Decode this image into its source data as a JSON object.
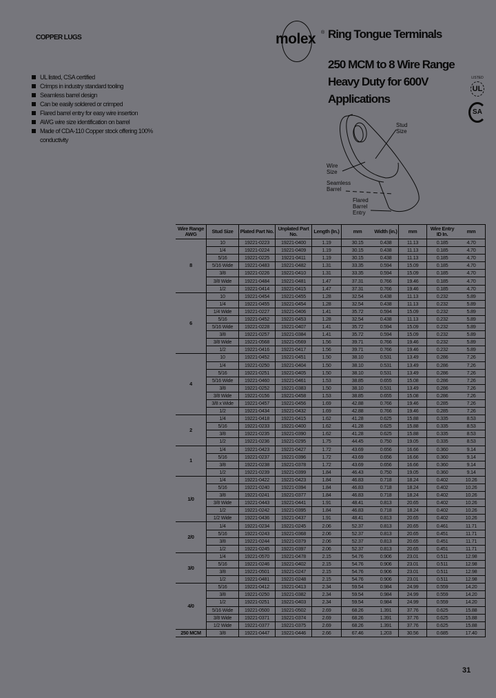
{
  "header": {
    "section": "COPPER LUGS",
    "brand": "molex",
    "title": "Ring Tongue Terminals",
    "subtitle_lines": [
      "250 MCM to 8 Wire Range",
      "Heavy Duty for 600V",
      "Applications"
    ],
    "ul_mark": "UL",
    "ul_listed": "LISTED",
    "csa_mark": "SA"
  },
  "features": [
    "UL listed, CSA certified",
    "Crimps in industry standard tooling",
    "Seamless barrel design",
    "Can be easily soldered or crimped",
    "Flared barrel entry for easy wire insertion",
    "AWG wire size identification on barrel",
    "Made of CDA-110 Copper stock offering 100% conductivity"
  ],
  "diagram": {
    "labels": {
      "stud": "Stud Size",
      "wire": "Wire Size",
      "seamless": "Seamless Barrel",
      "flared": "Flared Barrel Entry"
    }
  },
  "table": {
    "headers": [
      "Wire Range AWG",
      "Stud Size",
      "Plated Part No.",
      "Unplated Part No.",
      "Length (In.)",
      "mm",
      "Width (in.)",
      "mm",
      "Wire Entry ID In.",
      "mm"
    ],
    "groups": [
      {
        "awg": "8",
        "rows": [
          [
            "10",
            "19221-0223",
            "19221-0400",
            "1.19",
            "30.15",
            "0.438",
            "11.13",
            "0.185",
            "4.70"
          ],
          [
            "1/4",
            "19221-0224",
            "19221-0409",
            "1.19",
            "30.15",
            "0.438",
            "11.13",
            "0.185",
            "4.70"
          ],
          [
            "5/16",
            "19221-0225",
            "19221-0411",
            "1.19",
            "30.15",
            "0.438",
            "11.13",
            "0.185",
            "4.70"
          ],
          [
            "5/16 Wide",
            "19221-0483",
            "19221-0482",
            "1.31",
            "33.35",
            "0.594",
            "15.09",
            "0.185",
            "4.70"
          ],
          [
            "3/8",
            "19221-0226",
            "19221-0410",
            "1.31",
            "33.35",
            "0.594",
            "15.09",
            "0.185",
            "4.70"
          ],
          [
            "3/8 Wide",
            "19221-0484",
            "19221-0481",
            "1.47",
            "37.31",
            "0.766",
            "19.46",
            "0.185",
            "4.70"
          ],
          [
            "1/2",
            "19221-0414",
            "19221-0415",
            "1.47",
            "37.31",
            "0.766",
            "19.46",
            "0.185",
            "4.70"
          ]
        ]
      },
      {
        "awg": "6",
        "rows": [
          [
            "10",
            "19221-0454",
            "19221-0455",
            "1.28",
            "32.54",
            "0.438",
            "11.13",
            "0.232",
            "5.89"
          ],
          [
            "1/4",
            "19221-0455",
            "19221-0454",
            "1.28",
            "32.54",
            "0.438",
            "11.13",
            "0.232",
            "5.89"
          ],
          [
            "1/4 Wide",
            "19221-0227",
            "19221-0406",
            "1.41",
            "35.72",
            "0.594",
            "15.09",
            "0.232",
            "5.89"
          ],
          [
            "5/16",
            "19221-0452",
            "19221-0453",
            "1.28",
            "32.54",
            "0.438",
            "11.13",
            "0.232",
            "5.89"
          ],
          [
            "5/16 Wide",
            "19221-0228",
            "19221-0407",
            "1.41",
            "35.72",
            "0.594",
            "15.09",
            "0.232",
            "5.89"
          ],
          [
            "3/8",
            "19221-0257",
            "19221-0384",
            "1.41",
            "35.72",
            "0.594",
            "15.09",
            "0.232",
            "5.89"
          ],
          [
            "3/8 Wide",
            "19221-0568",
            "19221-0569",
            "1.56",
            "39.71",
            "0.766",
            "19.46",
            "0.232",
            "5.89"
          ],
          [
            "1/2",
            "19221-0416",
            "19221-0417",
            "1.56",
            "39.71",
            "0.766",
            "19.46",
            "0.232",
            "5.89"
          ]
        ]
      },
      {
        "awg": "4",
        "rows": [
          [
            "10",
            "19221-0452",
            "19221-0451",
            "1.50",
            "38.10",
            "0.531",
            "13.49",
            "0.286",
            "7.26"
          ],
          [
            "1/4",
            "19221-0250",
            "19221-0404",
            "1.50",
            "38.10",
            "0.531",
            "13.49",
            "0.286",
            "7.26"
          ],
          [
            "5/16",
            "19221-0251",
            "19221-0405",
            "1.50",
            "38.10",
            "0.531",
            "13.49",
            "0.286",
            "7.26"
          ],
          [
            "5/16 Wide",
            "19221-0460",
            "19221-0461",
            "1.53",
            "38.85",
            "0.655",
            "15.08",
            "0.286",
            "7.26"
          ],
          [
            "3/8",
            "19221-0252",
            "19221-0383",
            "1.50",
            "38.10",
            "0.531",
            "13.49",
            "0.286",
            "7.26"
          ],
          [
            "3/8 Wide",
            "19221-0156",
            "19221-0458",
            "1.53",
            "38.85",
            "0.655",
            "15.08",
            "0.286",
            "7.26"
          ],
          [
            "3/8 x Wide",
            "19221-0457",
            "19221-0456",
            "1.69",
            "42.88",
            "0.766",
            "19.46",
            "0.285",
            "7.26"
          ],
          [
            "1/2",
            "19221-0434",
            "19221-0432",
            "1.69",
            "42.88",
            "0.766",
            "19.46",
            "0.285",
            "7.26"
          ]
        ]
      },
      {
        "awg": "2",
        "rows": [
          [
            "1/4",
            "19221-0418",
            "19221-0415",
            "1.62",
            "41.28",
            "0.625",
            "15.88",
            "0.335",
            "8.53"
          ],
          [
            "5/16",
            "19221-0233",
            "19221-0400",
            "1.62",
            "41.28",
            "0.625",
            "15.88",
            "0.335",
            "8.53"
          ],
          [
            "3/8",
            "19221-0235",
            "19221-0390",
            "1.62",
            "41.28",
            "0.625",
            "15.88",
            "0.335",
            "8.53"
          ],
          [
            "1/2",
            "19221-0236",
            "19221-0295",
            "1.75",
            "44.45",
            "0.750",
            "19.05",
            "0.335",
            "8.53"
          ]
        ]
      },
      {
        "awg": "1",
        "rows": [
          [
            "1/4",
            "19221-0423",
            "19221-0427",
            "1.72",
            "43.69",
            "0.656",
            "16.66",
            "0.360",
            "9.14"
          ],
          [
            "5/16",
            "19221-0237",
            "19221-0396",
            "1.72",
            "43.69",
            "0.656",
            "16.66",
            "0.360",
            "9.14"
          ],
          [
            "3/8",
            "19221-0238",
            "19221-0378",
            "1.72",
            "43.69",
            "0.656",
            "16.66",
            "0.360",
            "9.14"
          ],
          [
            "1/2",
            "19221-0239",
            "19221-0399",
            "1.84",
            "46.43",
            "0.750",
            "19.05",
            "0.360",
            "9.14"
          ]
        ]
      },
      {
        "awg": "1/0",
        "rows": [
          [
            "1/4",
            "19221-0422",
            "19221-0423",
            "1.84",
            "46.83",
            "0.718",
            "18.24",
            "0.402",
            "10.26"
          ],
          [
            "5/16",
            "19221-0240",
            "19221-0394",
            "1.84",
            "46.83",
            "0.718",
            "18.24",
            "0.402",
            "10.26"
          ],
          [
            "3/8",
            "19221-0241",
            "19221-0377",
            "1.84",
            "46.83",
            "0.718",
            "18.24",
            "0.402",
            "10.26"
          ],
          [
            "3/8 Wide",
            "19221-0443",
            "19221-0441",
            "1.91",
            "48.41",
            "0.813",
            "20.65",
            "0.402",
            "10.26"
          ],
          [
            "1/2",
            "19221-0242",
            "19221-0395",
            "1.84",
            "46.83",
            "0.718",
            "18.24",
            "0.402",
            "10.26"
          ],
          [
            "1/2 Wide",
            "19221-0436",
            "19221-0437",
            "1.91",
            "48.41",
            "0.813",
            "20.65",
            "0.402",
            "10.26"
          ]
        ]
      },
      {
        "awg": "2/0",
        "rows": [
          [
            "1/4",
            "19221-0234",
            "19221-0245",
            "2.06",
            "52.37",
            "0.813",
            "20.65",
            "0.461",
            "11.71"
          ],
          [
            "5/16",
            "19221-0243",
            "19221-0368",
            "2.06",
            "52.37",
            "0.813",
            "20.65",
            "0.451",
            "11.71"
          ],
          [
            "3/8",
            "19221-0244",
            "19221-0379",
            "2.06",
            "52.37",
            "0.813",
            "20.65",
            "0.451",
            "11.71"
          ],
          [
            "1/2",
            "19221-0245",
            "19221-0397",
            "2.06",
            "52.37",
            "0.813",
            "20.65",
            "0.451",
            "11.71"
          ]
        ]
      },
      {
        "awg": "3/0",
        "rows": [
          [
            "1/4",
            "19221-0570",
            "19221-0478",
            "2.15",
            "54.76",
            "0.906",
            "23.01",
            "0.511",
            "12.98"
          ],
          [
            "5/16",
            "19221-0246",
            "19221-0402",
            "2.15",
            "54.76",
            "0.906",
            "23.01",
            "0.511",
            "12.98"
          ],
          [
            "3/8",
            "19221-0501",
            "19221-0247",
            "2.15",
            "54.76",
            "0.906",
            "23.01",
            "0.511",
            "12.98"
          ],
          [
            "1/2",
            "19221-0481",
            "19221-0248",
            "2.15",
            "54.76",
            "0.906",
            "23.01",
            "0.511",
            "12.98"
          ]
        ]
      },
      {
        "awg": "4/0",
        "rows": [
          [
            "5/16",
            "19221-0412",
            "19221-0413",
            "2.34",
            "59.54",
            "0.984",
            "24.99",
            "0.559",
            "14.20"
          ],
          [
            "3/8",
            "19221-0250",
            "19221-0382",
            "2.34",
            "59.54",
            "0.984",
            "24.99",
            "0.559",
            "14.20"
          ],
          [
            "1/2",
            "19221-0251",
            "19221-0403",
            "2.34",
            "59.54",
            "0.984",
            "24.99",
            "0.559",
            "14.20"
          ],
          [
            "5/16 Wide",
            "19221-0500",
            "19221-0502",
            "2.69",
            "68.26",
            "1.391",
            "37.76",
            "0.625",
            "15.88"
          ],
          [
            "3/8 Wide",
            "19221-0371",
            "19221-0374",
            "2.69",
            "68.26",
            "1.391",
            "37.76",
            "0.625",
            "15.88"
          ],
          [
            "1/2 Wide",
            "19221-0377",
            "19221-0375",
            "2.69",
            "68.26",
            "1.391",
            "37.76",
            "0.625",
            "15.88"
          ]
        ]
      },
      {
        "awg": "250 MCM",
        "rows": [
          [
            "3/8",
            "19221-0447",
            "19221-0446",
            "2.66",
            "67.46",
            "1.203",
            "30.56",
            "0.685",
            "17.40"
          ]
        ]
      }
    ]
  },
  "footer": {
    "page_number": "31"
  }
}
